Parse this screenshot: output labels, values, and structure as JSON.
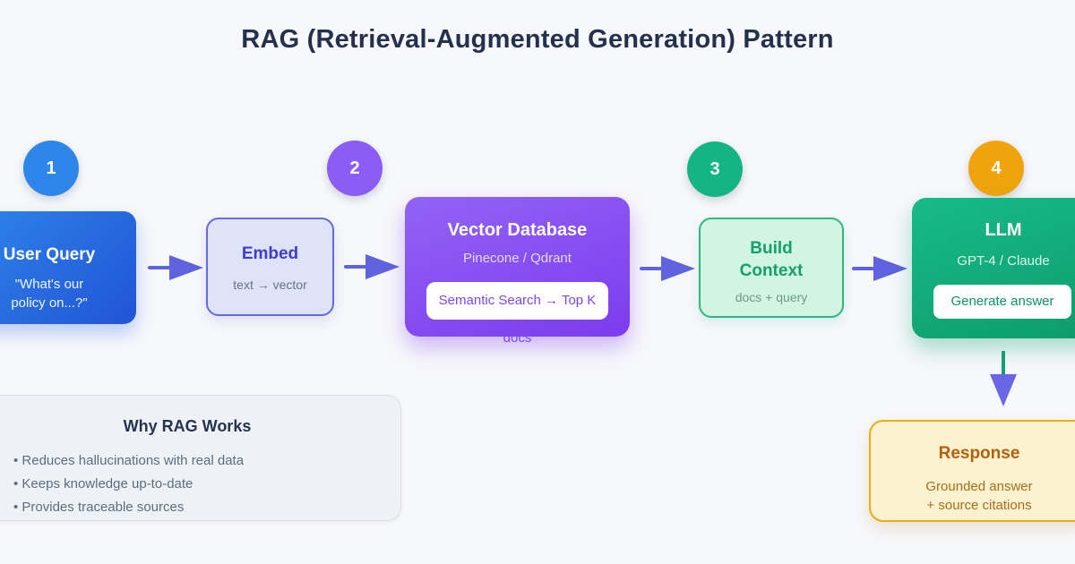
{
  "title": "RAG (Retrieval-Augmented Generation) Pattern",
  "badges": {
    "b1": "1",
    "b2": "2",
    "b3": "3",
    "b4": "4"
  },
  "nodes": {
    "user_query": {
      "title": "User Query",
      "line1": "\"What's our",
      "line2": "policy on...?\""
    },
    "embed": {
      "title": "Embed",
      "subtitle": "text → vector"
    },
    "vector_db": {
      "title": "Vector Database",
      "subtitle": "Pinecone / Qdrant",
      "pill": "Semantic Search → Top K docs"
    },
    "build_context": {
      "title": "Build Context",
      "subtitle": "docs + query"
    },
    "llm": {
      "title": "LLM",
      "subtitle": "GPT-4 / Claude",
      "pill": "Generate answer"
    },
    "response": {
      "title": "Response",
      "line1": "Grounded answer",
      "line2": "+ source citations"
    }
  },
  "why_box": {
    "title": "Why RAG Works",
    "bullets": [
      "• Reduces hallucinations with real data",
      "• Keeps knowledge up-to-date",
      "• Provides traceable sources"
    ]
  },
  "colors": {
    "background": "#f7f8fb",
    "step1_badge": "#2e86ea",
    "step2_badge": "#8b5cf6",
    "step3_badge": "#14b584",
    "step4_badge": "#f0a30c",
    "arrow": "#5f63e0",
    "down_arrow_shaft": "#12a070",
    "down_arrow_head": "#6b66e6",
    "user_query_gradient_start": "#2f85ea",
    "user_query_gradient_end": "#2154d6",
    "vector_db_gradient_start": "#9263f6",
    "vector_db_gradient_end": "#7d3bee",
    "llm_gradient_start": "#17bb88",
    "llm_gradient_end": "#0d9c6b",
    "response_fill": "#fcf2cf",
    "response_border": "#eeab12",
    "title_text": "#24304d"
  }
}
